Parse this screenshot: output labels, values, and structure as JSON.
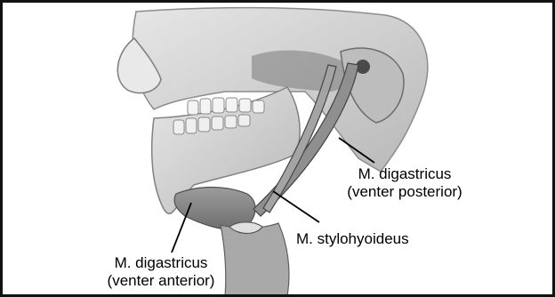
{
  "labels": {
    "digastricus_posterior": {
      "line1": "M. digastricus",
      "line2": "(venter posterior)"
    },
    "stylohyoideus": {
      "line1": "M. stylohyoideus"
    },
    "digastricus_anterior": {
      "line1": "M. digastricus",
      "line2": "(venter anterior)"
    }
  },
  "colors": {
    "border": "#111111",
    "bone": "#d6d6d6",
    "bone_shadow": "#9a9a9a",
    "muscle": "#8a8a8a",
    "leader_line": "#000000"
  }
}
